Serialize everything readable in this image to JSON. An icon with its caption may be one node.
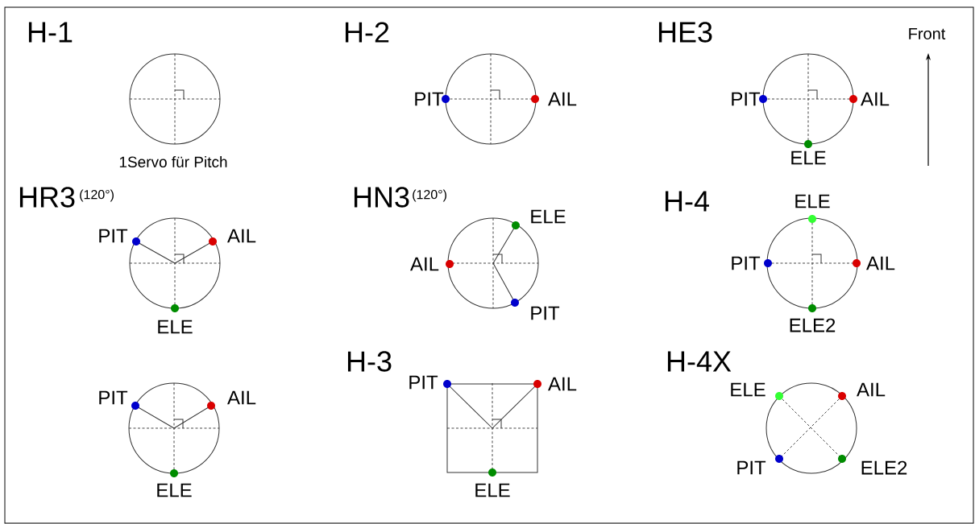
{
  "diagram": {
    "labels": [
      "H-1",
      "H-2",
      "HE3",
      "Front",
      "PIT",
      "AIL",
      "PIT",
      "AIL",
      "1Servo für Pitch",
      "ELE",
      "HR3",
      "(120°)",
      "HN3",
      "(120°)",
      "H-4",
      "ELE",
      "PIT",
      "AIL",
      "ELE",
      "AIL",
      "PIT",
      "AIL",
      "ELE",
      "PIT",
      "ELE2",
      "PIT",
      "AIL",
      "H-3",
      "H-4X",
      "PIT",
      "AIL",
      "ELE",
      "AIL",
      "ELE",
      "PIT",
      "ELE",
      "ELE2"
    ]
  }
}
